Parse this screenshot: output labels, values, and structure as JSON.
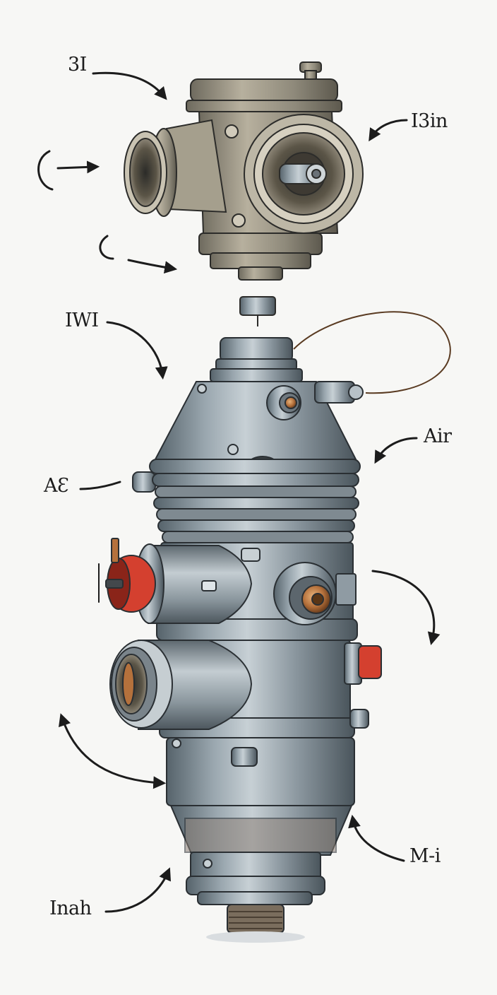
{
  "labels": {
    "top_left": "3I",
    "top_right": "I3in",
    "mid_left": "IWI",
    "air": "Air",
    "side_left": "AƐ",
    "mi": "M-i",
    "bottom": "Inah"
  },
  "colors": {
    "steel": "#8f9ba3",
    "steel_dark": "#4d5860",
    "brass": "#b5713c",
    "red_cap": "#d4402f",
    "ink": "#1c1c1c",
    "wire": "#5a3b22"
  }
}
